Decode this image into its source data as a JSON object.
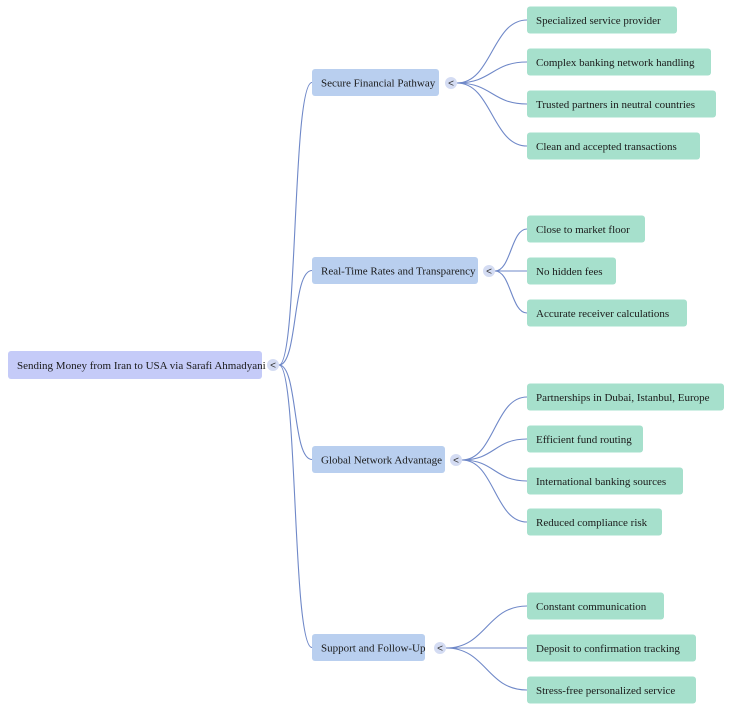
{
  "colors": {
    "root_fill": "#c5cbf8",
    "branch_fill": "#b9cfef",
    "leaf_fill": "#a6e0cc",
    "link": "#6f88c8",
    "toggle_fill": "#d4dcf3",
    "toggle_text": "#333333"
  },
  "toggle_symbol": "<",
  "root": {
    "label": "Sending Money from Iran to USA via Sarafi Ahmadyani"
  },
  "branches": [
    {
      "label": "Secure Financial Pathway",
      "leaves": [
        "Specialized service provider",
        "Complex banking network handling",
        "Trusted partners in neutral countries",
        "Clean and accepted transactions"
      ]
    },
    {
      "label": "Real-Time Rates and Transparency",
      "leaves": [
        "Close to market floor",
        "No hidden fees",
        "Accurate receiver calculations"
      ]
    },
    {
      "label": "Global Network Advantage",
      "leaves": [
        "Partnerships in Dubai, Istanbul, Europe",
        "Efficient fund routing",
        "International banking sources",
        "Reduced compliance risk"
      ]
    },
    {
      "label": "Support and Follow-Up",
      "leaves": [
        "Constant communication",
        "Deposit to confirmation tracking",
        "Stress-free personalized service"
      ]
    }
  ]
}
